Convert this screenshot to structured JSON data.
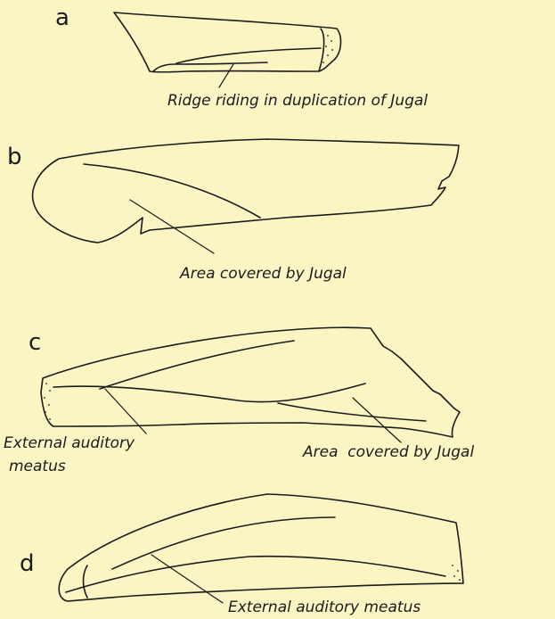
{
  "panels": {
    "a": {
      "letter": "a",
      "label": "Ridge riding in duplication of Jugal"
    },
    "b": {
      "letter": "b",
      "label": "Area covered by Jugal"
    },
    "c": {
      "letter": "c",
      "label_left_line1": "External auditory",
      "label_left_line2": "meatus",
      "label_right": "Area  covered by Jugal"
    },
    "d": {
      "letter": "d",
      "label": "External auditory meatus"
    }
  },
  "colors": {
    "background": "#fbf5c4",
    "ink": "#1b1b1b"
  }
}
